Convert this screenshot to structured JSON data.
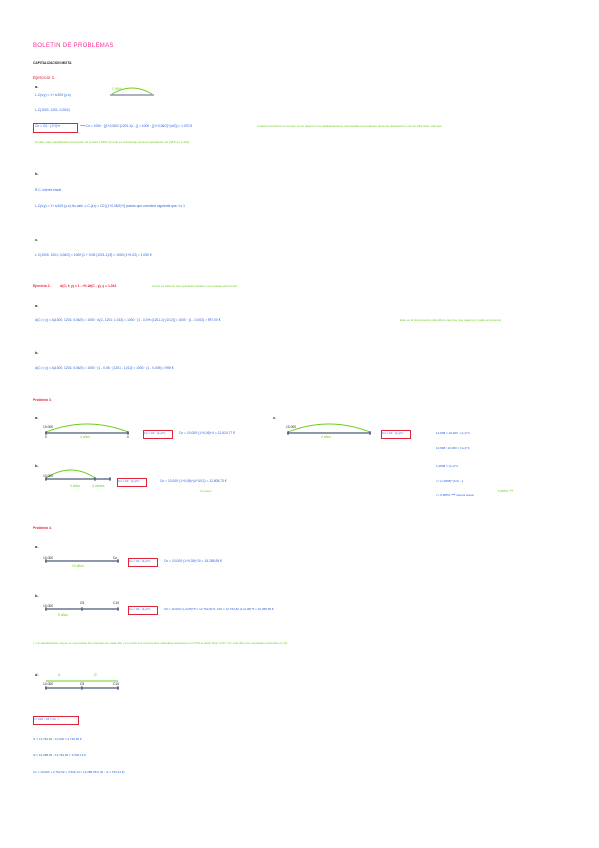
{
  "header": {
    "title": "BOLETIN DE PROBLEMAS",
    "subtitle": "CAPITALIZACION MIXTA"
  },
  "ej1": {
    "heading": "Ejercicio 1.",
    "a_label": "a.",
    "a_line1": "L.C(s;y) = 1+ s/100·(y-s)",
    "a_line2": "L.C(1000, 1201; 0,06/2)",
    "a_box": "Cn = C0 · (1+i)^n",
    "a_calc": "⟶ Cn = 1000 · [(1+0,06/2·(1201-1)/...)] = 1000 · [(1+0,06/2)^(n/2)] = 1.070 €",
    "a_comment": "Cuando transcurre un tiempo no se paga en sus capitalizaciones intermedias se producen tanto los descuentos y de su cifra final, más que",
    "a_comment2": "el valor visto capitalizado al aumento de la tasa 1.06% (2) ésto es porcentaje sería el equivalente de (48 € en 1 año).",
    "b_label": "b.",
    "b_line1": "R.C. interés lineal",
    "b_line2": "L.C(s;y) = 1+ s/100·(y-s)  No vale. L.C.(s,t) = C0·[(1+0,06/2)^t] puesto que conviene siguiente que: t ≥ 1",
    "c_label": "c.",
    "c_line1": "L·C(1000, 1201; 0,06/2) = 1000·[1 + 0,06·(1201-1)/2] = 1000·(1+0,03) = 1.030 €"
  },
  "ej2": {
    "heading": "Ejercicio 2.",
    "formula": "A(C; t; y) = 1 - r%·Δt(C - y),  y = 1.013",
    "note": "Como se trata de una operación anterior, la moneda está menor",
    "a_label": "a.",
    "a_line": "A(C; t; y) = A(1000, 1201; 0,06/2) = 1000 · A(C, 1201; 1.013) = 1000 · [1 - 0,0%·(1201-1)·(1/12)] = 1000 · (1 - 0,003) = 997,00 €",
    "a_comment": "Este es el descontento obtenido lo que hay que pagar por cada vencimiento",
    "b_label": "b.",
    "b_line": "A(C; t; y) = A(1000, 1201; 0,06/2) = 1000 · [1 - 0,06 · (1201 - 1)/12] = 1000 · (1 - 0,005) = 995 €"
  },
  "prob3": {
    "heading": "Problema 3.",
    "a_label": "a.",
    "a_axis_left": "10.000",
    "a_axis_zero": "0",
    "a_axis_right": "n",
    "a_axis_time": "4 años",
    "a_box": "Cn = C0 · (1+i)^n",
    "a_calc": "Cn = 10.000·(1+0,06)^4 = 12.624,77 €",
    "b_label": "b.",
    "b_axis_left": "10.000",
    "b_axis_mid": "4 años",
    "b_axis_right": "3 meses",
    "b_box": "Cn = C0 · (1+i)^n",
    "b_calc": "Cn = 10.000·(1+0,06)^(4+3/12) = 12.808,73 €",
    "b_note": "3 meses",
    "c_label": "c.",
    "c_axis_left": "10.000",
    "c_axis_time": "4 años",
    "c_box": "Cn = C0 · (1+i)^n",
    "c_r1": "12.808 = 10.000 · (1+i)^4",
    "c_r2": "12.808 / 10.000 = (1+i)^4",
    "c_r3": "1,2808 = (1+i)^4",
    "c_r4": "i = (1,2808)^(1/4) - 1",
    "c_r5": "i = 6,385% ⟶ interés anual",
    "c_note": "6,385% ⟶"
  },
  "prob4": {
    "heading": "Problema 4.",
    "a_label": "a.",
    "a_axis_left": "10.000",
    "a_axis_right": "Cn",
    "a_axis_time": "10 años",
    "a_box": "Cn = C0 · (1+i)^n",
    "a_calc": "Cn = 10.000·(1+0,05)^10 = 16.288,95 €",
    "b_label": "b.",
    "b_axis_left": "10.000",
    "b_axis_c5": "C5",
    "b_axis_c10": "C10",
    "b_axis_time": "5 años",
    "b_box": "Cn = C0 · (1+i)^n",
    "b_calc": "C5 = 10.000·(1+0,05)^5 = 12.762,82 €;  C10 = 12.762,82·(1+0,05)^5 = 16.288,95 €",
    "c_line": "c. La capitalización mayor es compuesta los intereses de cada año y en el año los incrementos obtenidos aumentan en el 5% el saldo final. C10 = Cn coinciden los resultados obtenidos en (b).",
    "d_label": "d.",
    "d_axis_i1": "I1",
    "d_axis_i2": "I2",
    "d_axis_left": "10.000",
    "d_axis_c5": "C5",
    "d_axis_c10": "C10",
    "d_box": "I = C10 - C5 = Cn · i",
    "d_r1": "I1 = 12.762,82 - 10.000 = 2.762,82 €",
    "d_r2": "I2 = 16.288,95 - 12.762,82 = 3.526,13 €",
    "d_r3": "Cn = 10.000 + 2.762,82 + 3.526,13 = 16.288,95 €  (I2 - I1 = 763,31 €)"
  }
}
